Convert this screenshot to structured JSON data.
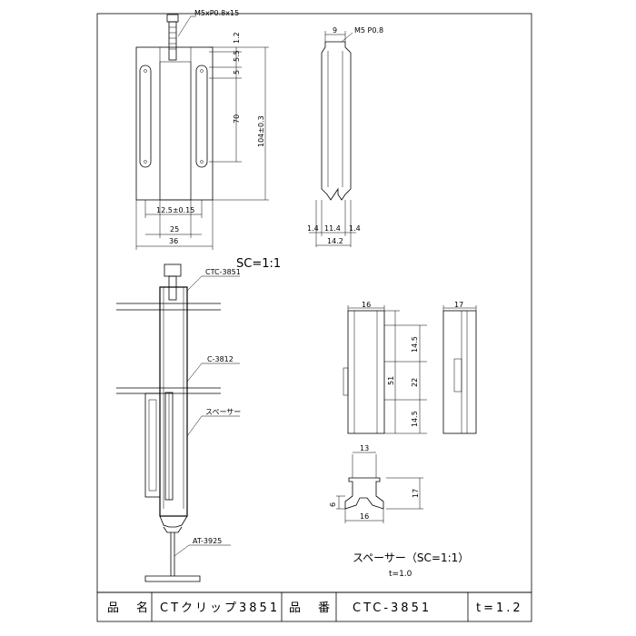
{
  "top_view": {
    "screw_label": "M5xP0.8x15",
    "dims": {
      "d1_2": "1.2",
      "d5_5": "5.5",
      "d5": "5",
      "d70": "70",
      "d104": "104±0.3",
      "d12_5": "12.5±0.15",
      "d25": "25",
      "d36": "36"
    }
  },
  "side_view": {
    "dims": {
      "d9": "9",
      "thread": "M5 P0.8",
      "d1_4_left": "1.4",
      "d11_4": "11.4",
      "d1_4_right": "1.4",
      "d14_2": "14.2"
    }
  },
  "scale_label": "SC=1:1",
  "assembly": {
    "labels": {
      "ctc": "CTC-3851",
      "c": "C-3812",
      "spacer": "スペーサー",
      "at": "AT-3925"
    }
  },
  "spacer_view": {
    "dims": {
      "w16_top": "16",
      "w17": "17",
      "h51": "51",
      "h14_5_a": "14.5",
      "h22": "22",
      "h14_5_b": "14.5",
      "w13": "13",
      "h6": "6",
      "h17": "17",
      "w16_bottom": "16"
    },
    "title": "スペーサー（SC=1:1）",
    "thickness": "t=1.0"
  },
  "title_block": {
    "name_header": "品　名",
    "name_value": "CTクリップ3851",
    "part_header": "品　番",
    "part_value": "CTC-3851",
    "thickness": "t=1.2"
  }
}
